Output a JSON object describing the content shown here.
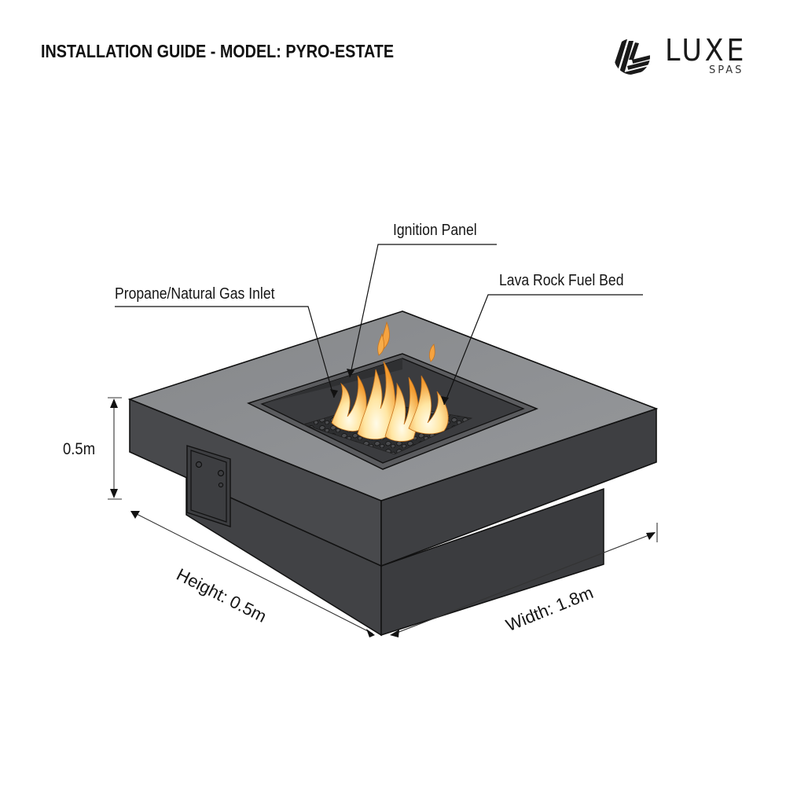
{
  "header": {
    "title": "INSTALLATION GUIDE - MODEL: PYRO-ESTATE"
  },
  "brand": {
    "name": "LUXE",
    "subtitle": "SPAS",
    "icon": "luxe-spas-logo-icon"
  },
  "diagram": {
    "subject": "Square fire pit table",
    "callouts": [
      {
        "label": "Ignition Panel"
      },
      {
        "label": "Propane/Natural Gas Inlet"
      },
      {
        "label": "Lava Rock Fuel Bed"
      }
    ],
    "dimensions": {
      "vertical": "0.5m",
      "depth_label": "Height: 0.5m",
      "width_label": "Width: 1.8m"
    }
  },
  "colors": {
    "top_face": "#8c8e91",
    "side_dark": "#3f4043",
    "side_left": "#48494c",
    "outline": "#111111",
    "flame_outer": "#f2a43a",
    "flame_inner": "#fff1c6",
    "background": "#ffffff"
  }
}
